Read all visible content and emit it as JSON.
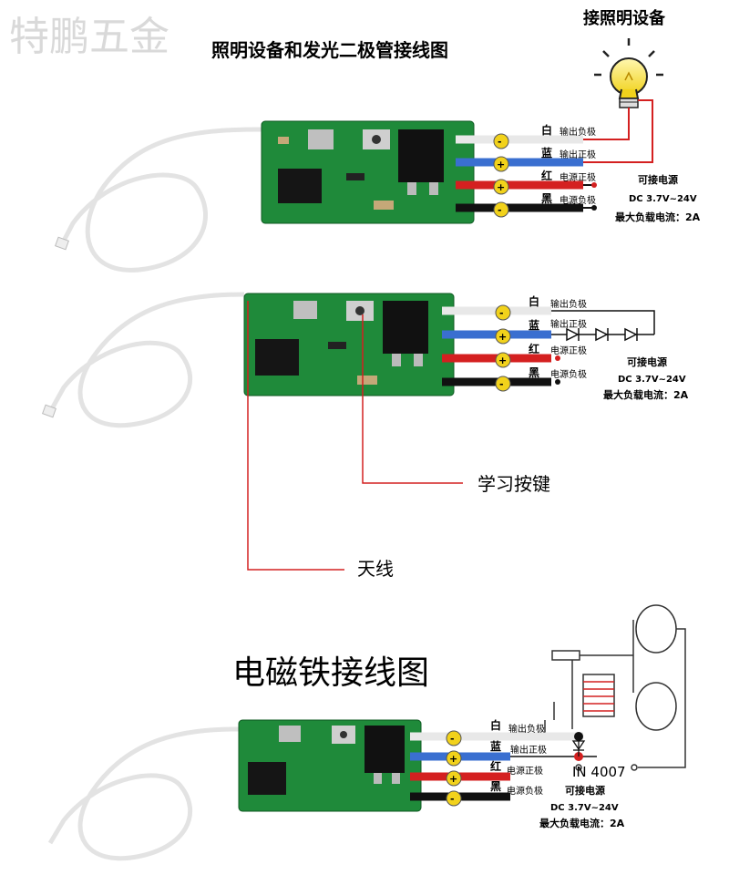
{
  "watermark": "特鹏五金",
  "section1": {
    "title": "照明设备和发光二极管接线图",
    "lamp_label": "接照明设备",
    "wires": {
      "white": "白",
      "blue": "蓝",
      "red": "红",
      "black": "黑",
      "out_neg": "输出负极",
      "out_pos": "输出正极",
      "pwr_pos": "电源正极",
      "pwr_neg": "电源负极"
    },
    "power_note": [
      "可接电源",
      "DC 3.7V~24V",
      "最大负载电流：2A"
    ]
  },
  "section2": {
    "wires": {
      "white": "白",
      "blue": "蓝",
      "red": "红",
      "black": "黑",
      "out_neg": "输出负极",
      "out_pos": "输出正极",
      "pwr_pos": "电源正极",
      "pwr_neg": "电源负极"
    },
    "power_note": [
      "可接电源",
      "DC 3.7V~24V",
      "最大负载电流：2A"
    ],
    "learn_key": "学习按键",
    "antenna": "天线"
  },
  "section3": {
    "title": "电磁铁接线图",
    "diode": "IN 4007",
    "wires": {
      "white": "白",
      "blue": "蓝",
      "red": "红",
      "black": "黑",
      "out_neg": "输出负极",
      "out_pos": "输出正极",
      "pwr_pos": "电源正极",
      "pwr_neg": "电源负极"
    },
    "power_note": [
      "可接电源",
      "DC 3.7V~24V",
      "最大负载电流：2A"
    ]
  },
  "colors": {
    "pcb": "#1f8a3a",
    "white_wire": "#e8e8e8",
    "blue_wire": "#3a6fd0",
    "red_wire": "#d42020",
    "black_wire": "#111111",
    "terminal": "#f2d21b"
  }
}
